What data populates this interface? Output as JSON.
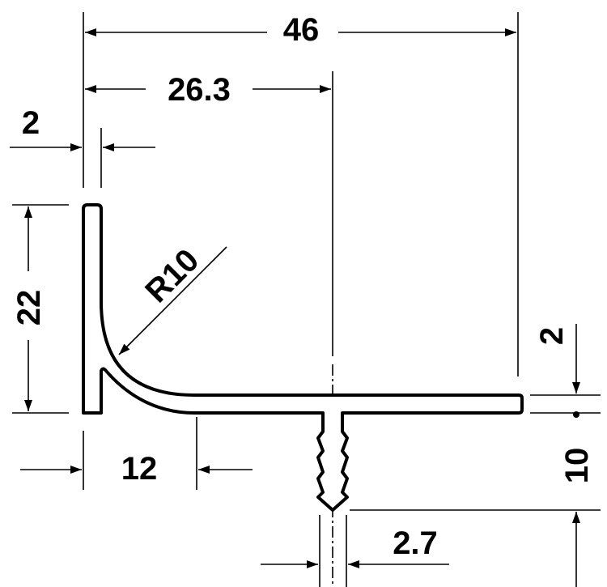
{
  "dimensions": {
    "overall_width": "46",
    "center_offset": "26.3",
    "leg_thickness": "2",
    "leg_height": "22",
    "radius": "R10",
    "curve_extent": "12",
    "flange_thickness": "2",
    "dowel_length": "10",
    "dowel_width": "2.7"
  },
  "colors": {
    "line": "#000000",
    "background": "#ffffff"
  }
}
